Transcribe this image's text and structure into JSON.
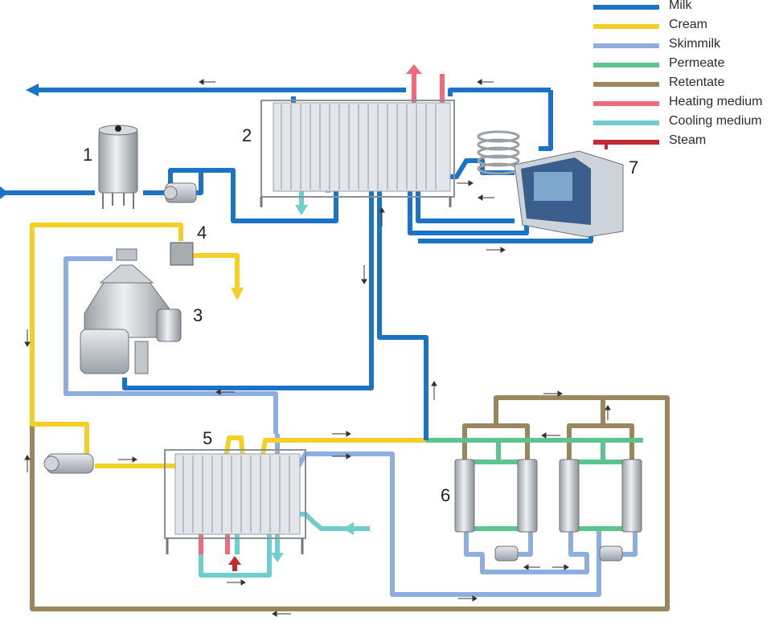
{
  "legend": [
    {
      "label": "Milk",
      "color": "#1c72c4"
    },
    {
      "label": "Cream",
      "color": "#f2d028"
    },
    {
      "label": "Skimmilk",
      "color": "#8eaee0"
    },
    {
      "label": "Permeate",
      "color": "#5cc58f"
    },
    {
      "label": "Retentate",
      "color": "#9c8660"
    },
    {
      "label": "Heating medium",
      "color": "#ec6b7c"
    },
    {
      "label": "Cooling medium",
      "color": "#6fcdcd"
    },
    {
      "label": "Steam",
      "color": "#c42b35"
    }
  ],
  "components": [
    {
      "number": "1",
      "icon": "balance-tank-icon"
    },
    {
      "number": "2",
      "icon": "plate-heat-exchanger-icon"
    },
    {
      "number": "3",
      "icon": "separator-icon"
    },
    {
      "number": "4",
      "icon": "control-valve-icon"
    },
    {
      "number": "5",
      "icon": "plate-heat-exchanger-icon"
    },
    {
      "number": "6",
      "icon": "membrane-filtration-unit-icon"
    },
    {
      "number": "7",
      "icon": "holding-unit-icon"
    }
  ]
}
